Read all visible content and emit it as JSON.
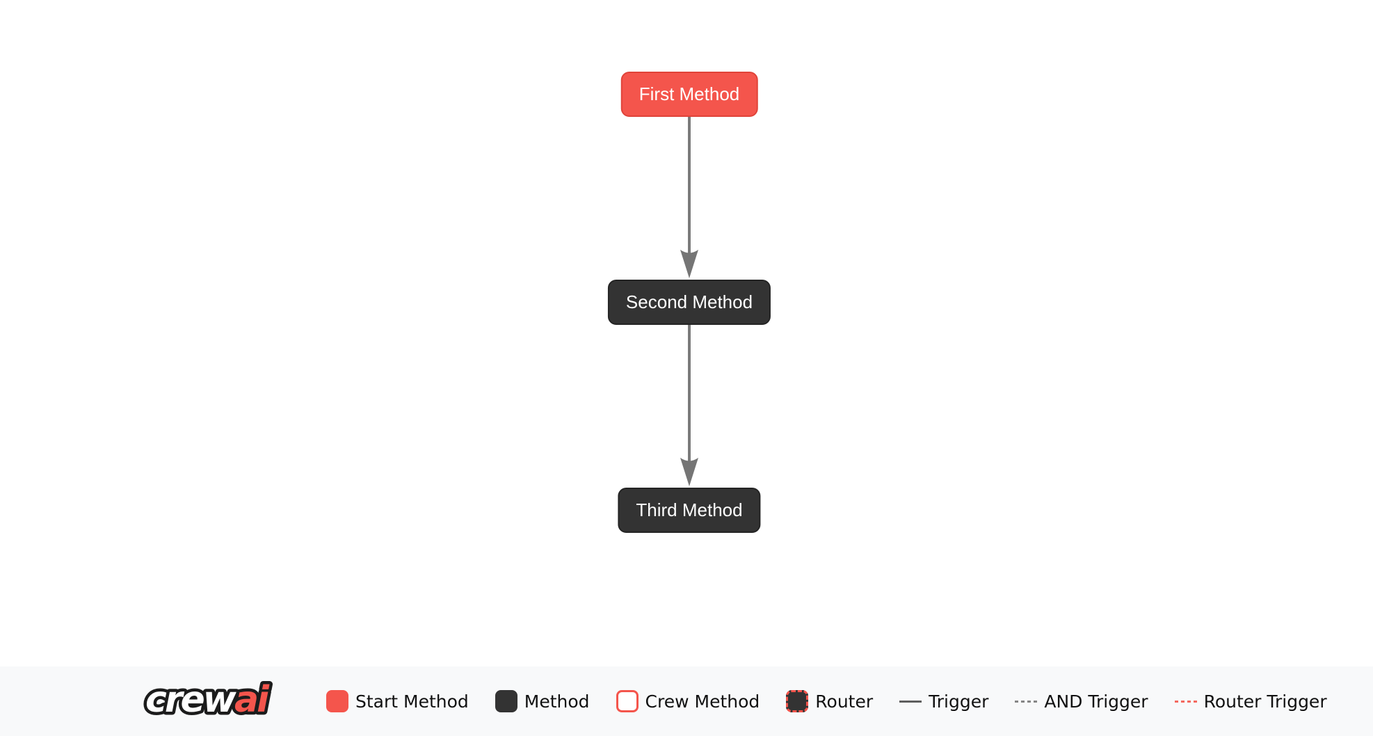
{
  "flow": {
    "nodes": [
      {
        "label": "First Method",
        "type": "start-method"
      },
      {
        "label": "Second Method",
        "type": "method"
      },
      {
        "label": "Third Method",
        "type": "method"
      }
    ],
    "edges": [
      {
        "from": "First Method",
        "to": "Second Method",
        "type": "trigger"
      },
      {
        "from": "Second Method",
        "to": "Third Method",
        "type": "trigger"
      }
    ]
  },
  "legend": {
    "logo": {
      "crew": "crew",
      "ai": "ai"
    },
    "items": [
      {
        "label": "Start Method",
        "swatch": "start-method-swatch"
      },
      {
        "label": "Method",
        "swatch": "method-swatch"
      },
      {
        "label": "Crew Method",
        "swatch": "crew-method-swatch"
      },
      {
        "label": "Router",
        "swatch": "router-swatch"
      },
      {
        "label": "Trigger",
        "swatch": "trigger-line"
      },
      {
        "label": "AND Trigger",
        "swatch": "and-trigger-line"
      },
      {
        "label": "Router Trigger",
        "swatch": "router-trigger-line"
      }
    ]
  },
  "colors": {
    "start_method": "#F4554C",
    "start_method_border": "#E04339",
    "method": "#333333",
    "edge": "#7B7B7B",
    "legend_background": "#F8F9FA",
    "router_trigger_dash": "#F4695F"
  }
}
